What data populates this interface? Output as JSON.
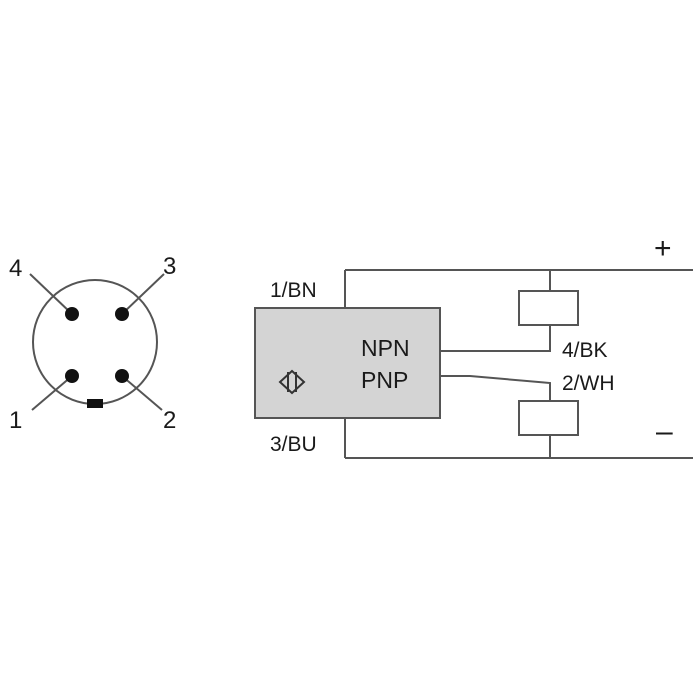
{
  "connector": {
    "pins": [
      "1",
      "2",
      "3",
      "4"
    ]
  },
  "sensor": {
    "wires": [
      "1/BN",
      "3/BU",
      "4/BK",
      "2/WH"
    ],
    "outputs": [
      "NPN",
      "PNP"
    ],
    "terminals": {
      "positive": "+",
      "negative": "–"
    }
  },
  "colors": {
    "line": "#555555",
    "sensor_body": "#d4d4d4",
    "pin_dot": "#111111"
  }
}
